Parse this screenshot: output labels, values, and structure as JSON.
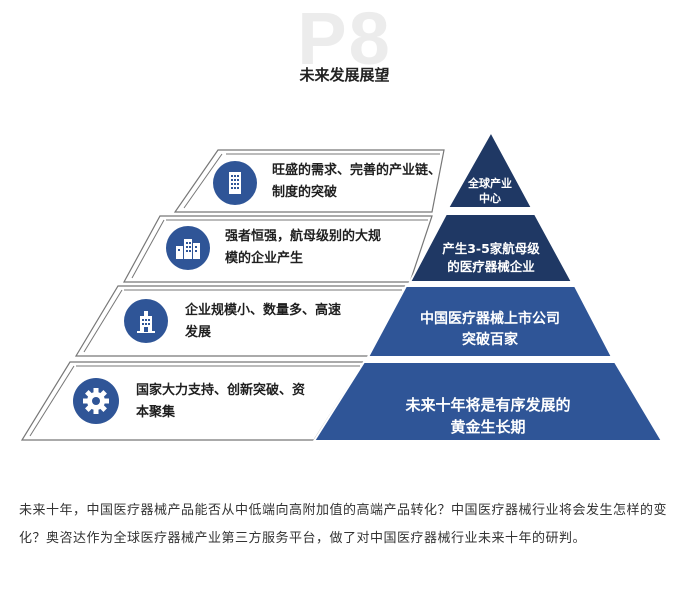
{
  "watermark": "P8",
  "title": "未来发展展望",
  "rows": [
    {
      "icon": "skyscraper-icon",
      "text_line1": "旺盛的需求、完善的产业链、",
      "text_line2": "制度的突破",
      "tier_line1": "全球产业",
      "tier_line2": "中心"
    },
    {
      "icon": "city-buildings-icon",
      "text_line1": "强者恒强，航母级别的大规",
      "text_line2": "模的企业产生",
      "tier_line1": "产生3-5家航母级",
      "tier_line2": "的医疗器械企业"
    },
    {
      "icon": "office-building-icon",
      "text_line1": "企业规模小、数量多、高速",
      "text_line2": "发展",
      "tier_line1": "中国医疗器械上市公司",
      "tier_line2": "突破百家"
    },
    {
      "icon": "gear-icon",
      "text_line1": "国家大力支持、创新突破、资",
      "text_line2": "本聚集",
      "tier_line1": "未来十年将是有序发展的",
      "tier_line2": "黄金生长期"
    }
  ],
  "paragraph": "未来十年，中国医疗器械产品能否从中低端向高附加值的高端产品转化？中国医疗器械行业将会发生怎样的变化？奥咨达作为全球医疗器械产业第三方服务平台，做了对中国医疗器械行业未来十年的研判。",
  "colors": {
    "tier_dark": "#1f3864",
    "tier_mid": "#2f5597",
    "tier_light": "#3a62a8",
    "icon_bg": "#2f5597"
  }
}
